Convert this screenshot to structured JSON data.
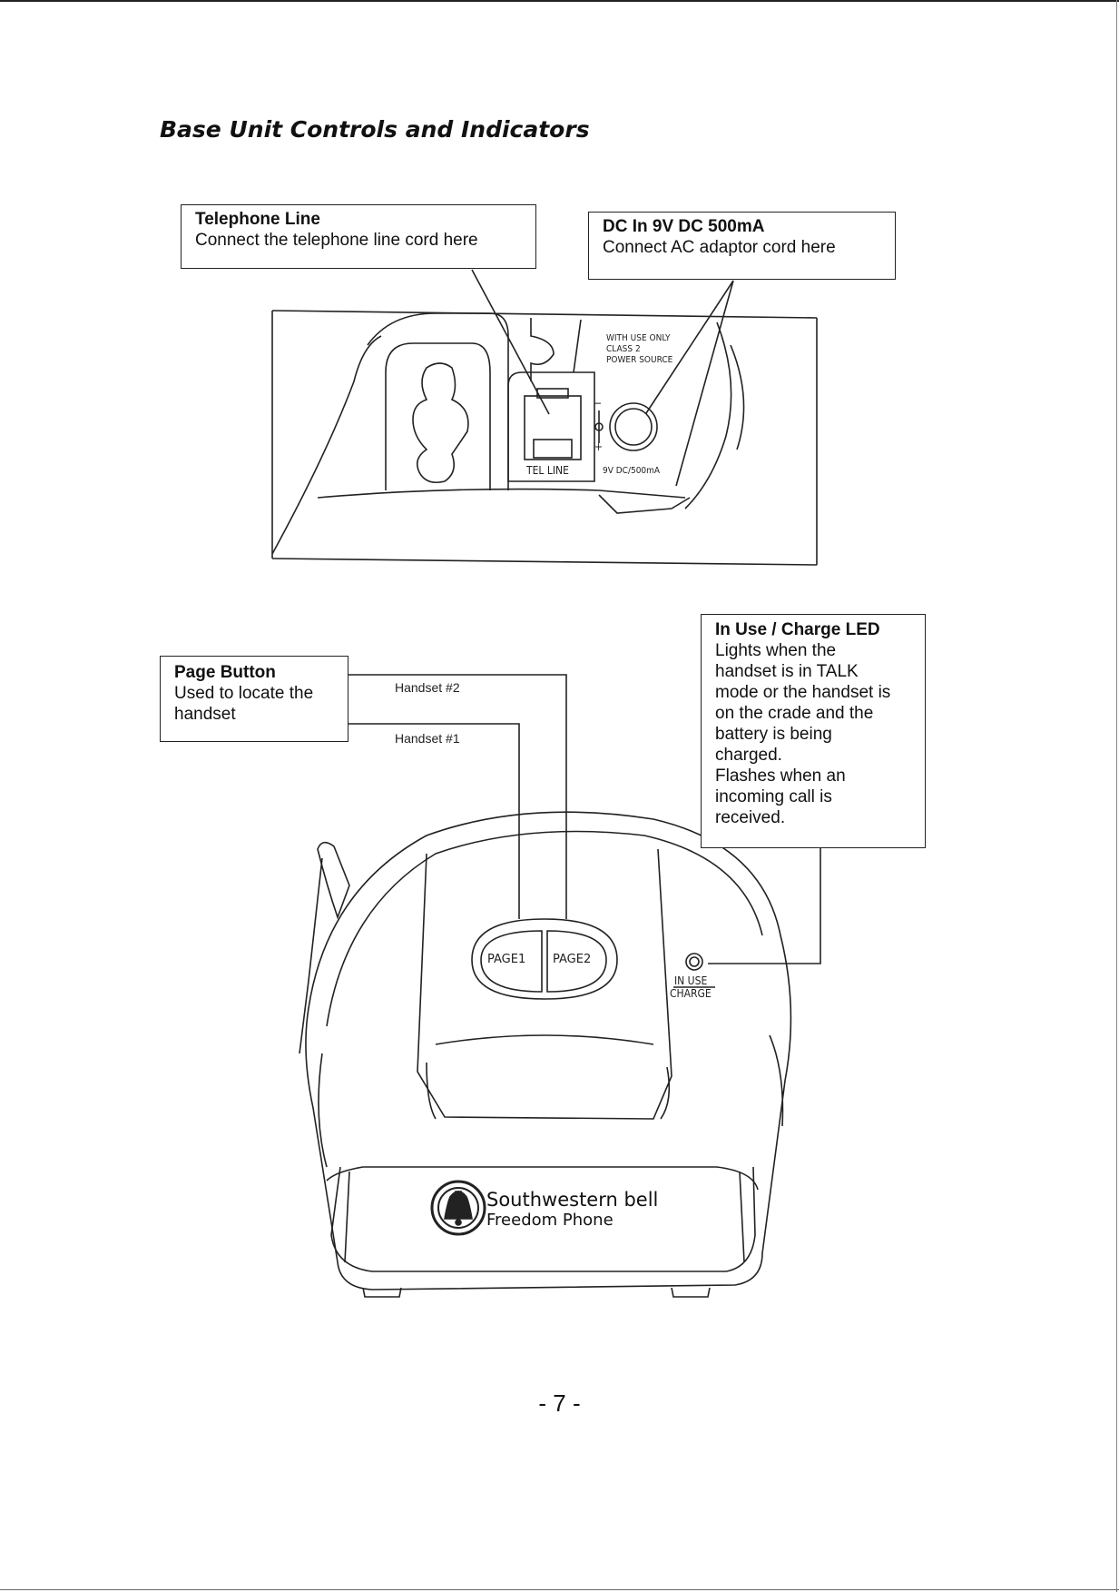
{
  "heading": "Base Unit Controls and Indicators",
  "callouts": {
    "telephone_line": {
      "title": "Telephone Line",
      "desc": "Connect the telephone line cord here"
    },
    "dc_in": {
      "title": "DC In 9V DC 500mA",
      "desc": "Connect AC adaptor cord here"
    },
    "page_button": {
      "title": "Page Button",
      "desc": "Used to locate the\nhandset"
    },
    "led": {
      "title": "In Use / Charge LED",
      "desc": "Lights when the\nhandset is in TALK\nmode or the handset is\non the crade and the\nbattery is being\ncharged.\nFlashes when an\nincoming call is\nreceived."
    }
  },
  "handset_labels": {
    "handset2": "Handset #2",
    "handset1": "Handset #1"
  },
  "rear_panel": {
    "power_notice": [
      "WITH USE ONLY",
      "CLASS 2",
      "POWER SOURCE"
    ],
    "tel_line": "TEL LINE",
    "dc_rating": "9V DC/500mA",
    "polarity_minus": "−",
    "polarity_plus": "+"
  },
  "base_unit": {
    "page1": "PAGE1",
    "page2": "PAGE2",
    "led_label_line1": "IN USE",
    "led_label_line2": "CHARGE",
    "brand_name": "Southwestern bell",
    "brand_sub": "Freedom Phone",
    "logo_icon": "bell-logo-icon"
  },
  "page_number": "- 7 -"
}
